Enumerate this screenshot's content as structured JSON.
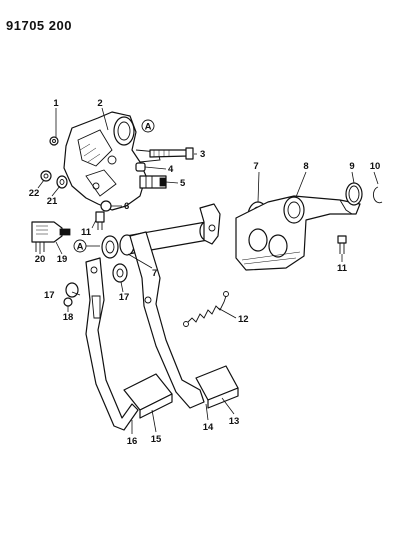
{
  "diagram": {
    "title": "91705 200",
    "callouts": [
      "1",
      "2",
      "3",
      "4",
      "5",
      "6",
      "7",
      "7",
      "8",
      "9",
      "10",
      "11",
      "11",
      "12",
      "13",
      "14",
      "15",
      "16",
      "17",
      "17",
      "18",
      "19",
      "20",
      "21",
      "22"
    ],
    "reference_marks": [
      "A",
      "A"
    ]
  }
}
